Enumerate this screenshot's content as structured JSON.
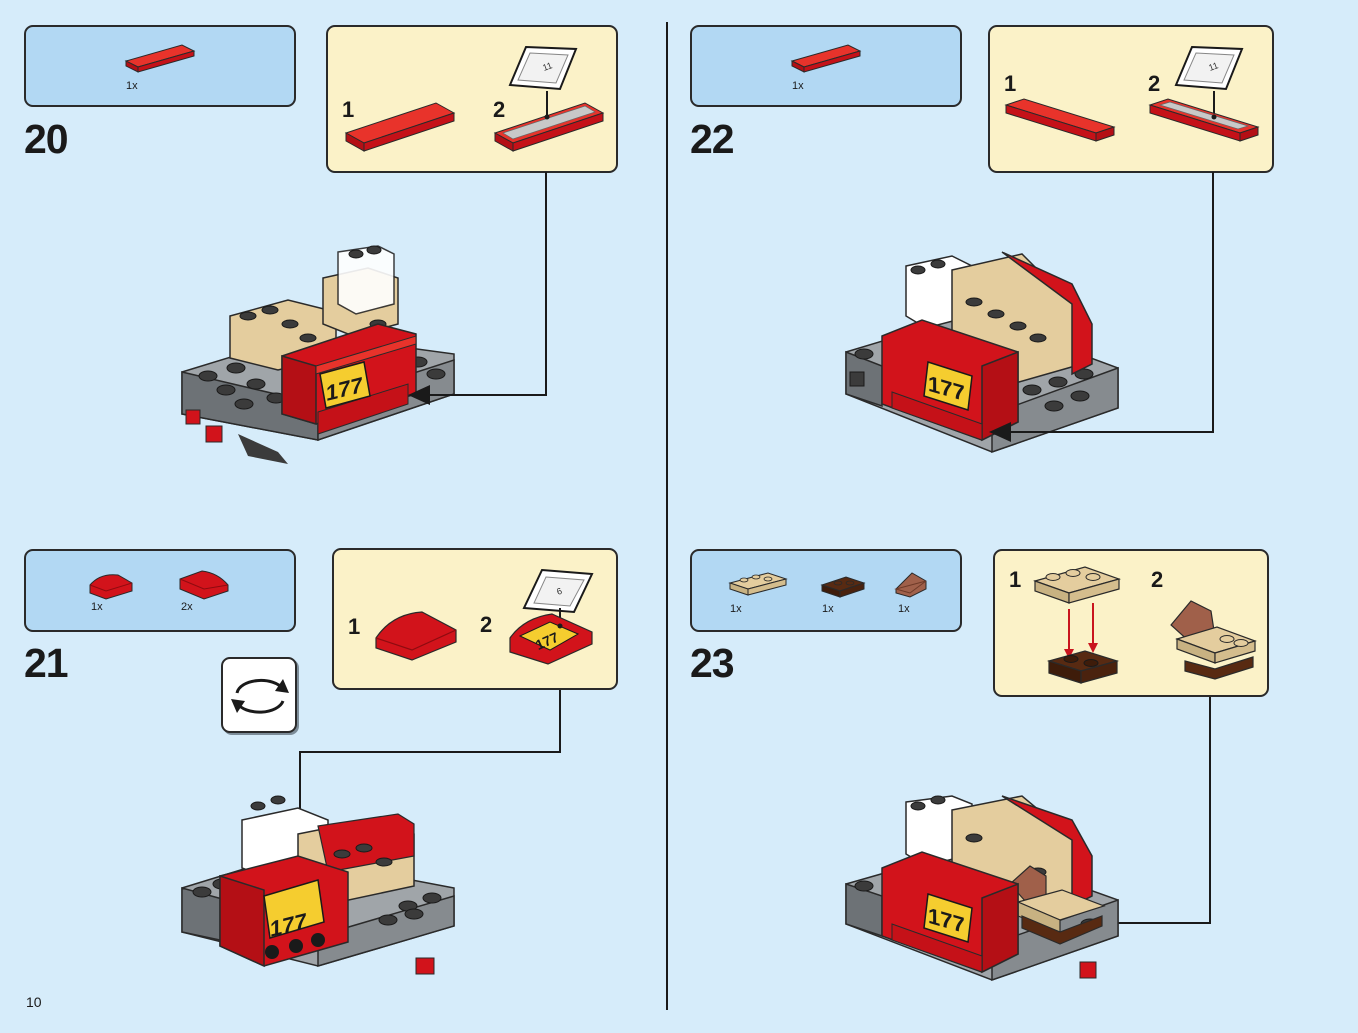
{
  "page_number": "10",
  "steps": [
    {
      "number": "20",
      "parts": [
        {
          "qty": "1x",
          "color": "#d2131b",
          "piece": "red-tile-1x4"
        }
      ],
      "substeps": [
        {
          "label": "1"
        },
        {
          "label": "2"
        }
      ],
      "sticker_label": "11",
      "model_decal": "177"
    },
    {
      "number": "21",
      "parts": [
        {
          "qty": "1x",
          "color": "#d2131b",
          "piece": "red-curved-slope-2x2"
        },
        {
          "qty": "2x",
          "color": "#d2131b",
          "piece": "red-curved-slope-2x2"
        }
      ],
      "substeps": [
        {
          "label": "1"
        },
        {
          "label": "2"
        }
      ],
      "sticker_label": "6",
      "sticker_decal": "177",
      "model_decal": "177",
      "rotate_icon": "rotate-model-icon"
    },
    {
      "number": "22",
      "parts": [
        {
          "qty": "1x",
          "color": "#d2131b",
          "piece": "red-tile-1x4"
        }
      ],
      "substeps": [
        {
          "label": "1"
        },
        {
          "label": "2"
        }
      ],
      "sticker_label": "11",
      "model_decal": "177"
    },
    {
      "number": "23",
      "parts": [
        {
          "qty": "1x",
          "color": "#e4cd9e",
          "piece": "tan-plate-1x3"
        },
        {
          "qty": "1x",
          "color": "#582a12",
          "piece": "brown-plate-1x2"
        },
        {
          "qty": "1x",
          "color": "#a0604a",
          "piece": "brown-slope"
        }
      ],
      "substeps": [
        {
          "label": "1"
        },
        {
          "label": "2"
        }
      ],
      "model_decal": "177"
    }
  ],
  "colors": {
    "background": "#d6ecfa",
    "parts_box": "#b2d8f3",
    "sub_box": "#fbf2c8",
    "red": "#d2131b",
    "yellow": "#f5cd2f",
    "tan": "#e4cd9e",
    "grey": "#a0a5a9",
    "dark_grey": "#3b3b3b"
  }
}
